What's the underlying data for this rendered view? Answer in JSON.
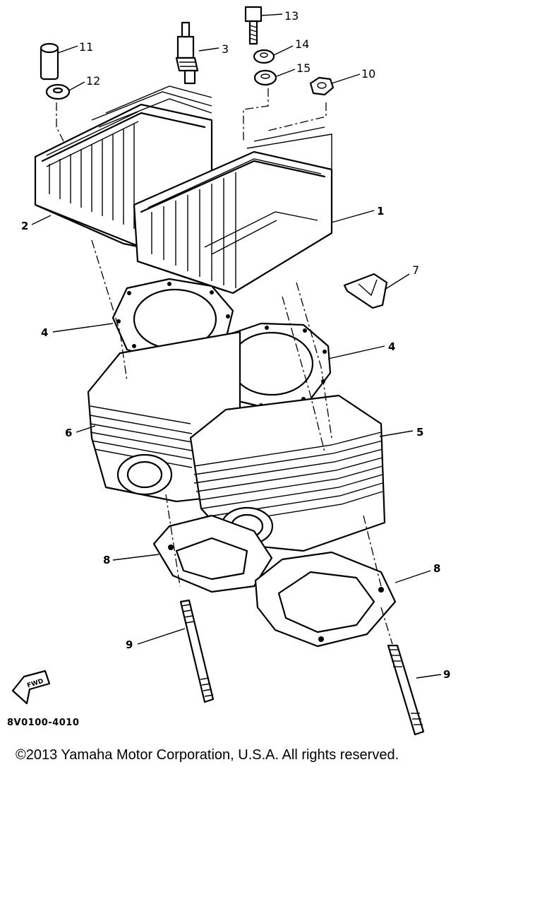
{
  "diagram": {
    "callouts": [
      {
        "id": "c1",
        "label": "1"
      },
      {
        "id": "c2",
        "label": "2"
      },
      {
        "id": "c3",
        "label": "3"
      },
      {
        "id": "c4a",
        "label": "4"
      },
      {
        "id": "c4b",
        "label": "4"
      },
      {
        "id": "c5",
        "label": "5"
      },
      {
        "id": "c6",
        "label": "6"
      },
      {
        "id": "c7",
        "label": "7"
      },
      {
        "id": "c8a",
        "label": "8"
      },
      {
        "id": "c8b",
        "label": "8"
      },
      {
        "id": "c9a",
        "label": "9"
      },
      {
        "id": "c9b",
        "label": "9"
      },
      {
        "id": "c10",
        "label": "10"
      },
      {
        "id": "c11",
        "label": "11"
      },
      {
        "id": "c12",
        "label": "12"
      },
      {
        "id": "c13",
        "label": "13"
      },
      {
        "id": "c14",
        "label": "14"
      },
      {
        "id": "c15",
        "label": "15"
      }
    ],
    "fwd_badge": "FWD",
    "drawing_code": "8V0100-4010"
  },
  "footer": {
    "copyright": "©2013 Yamaha Motor Corporation, U.S.A. All rights reserved."
  }
}
